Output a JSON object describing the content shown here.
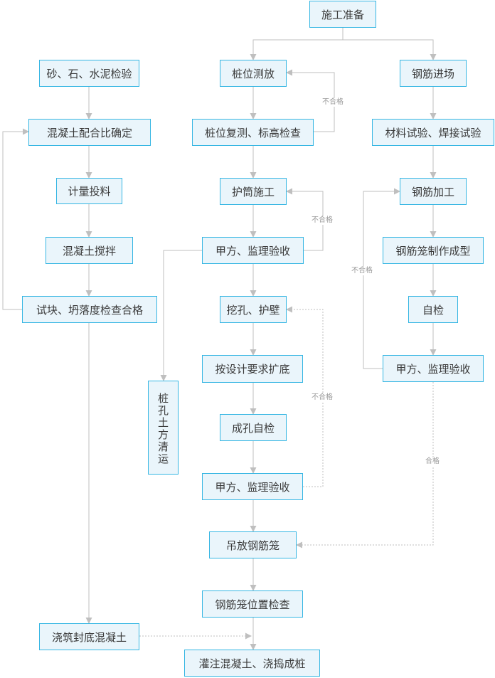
{
  "nodes": {
    "prep": "施工准备",
    "sand_test": "砂、石、水泥检验",
    "pile_survey": "桩位测放",
    "rebar_in": "钢筋进场",
    "mix_ratio": "混凝土配合比确定",
    "pile_recheck": "桩位复测、标高检查",
    "material_test": "材料试验、焊接试验",
    "metering": "计量投料",
    "casing": "护筒施工",
    "rebar_process": "钢筋加工",
    "mixing": "混凝土搅拌",
    "accept1": "甲方、监理验收",
    "cage_make": "钢筋笼制作成型",
    "specimen": "试块、坍落度检查合格",
    "dig": "挖孔、护壁",
    "selfcheck": "自检",
    "soil_clear": "桩孔土方清运",
    "ream": "按设计要求扩底",
    "accept3": "甲方、监理验收",
    "hole_check": "成孔自检",
    "accept2": "甲方、监理验收",
    "hoist": "吊放钢筋笼",
    "cage_pos": "钢筋笼位置检查",
    "seal": "浇筑封底混凝土",
    "pour": "灌注混凝土、浇捣成桩"
  },
  "edge_labels": {
    "fail1": "不合格",
    "fail2": "不合格",
    "fail3": "不合格",
    "fail4": "不合格",
    "pass": "合格"
  },
  "colors": {
    "node_fill": "#eaf5fb",
    "node_border": "#35b6e3",
    "edge": "#bfbfbf",
    "text": "#3a3a3a"
  }
}
